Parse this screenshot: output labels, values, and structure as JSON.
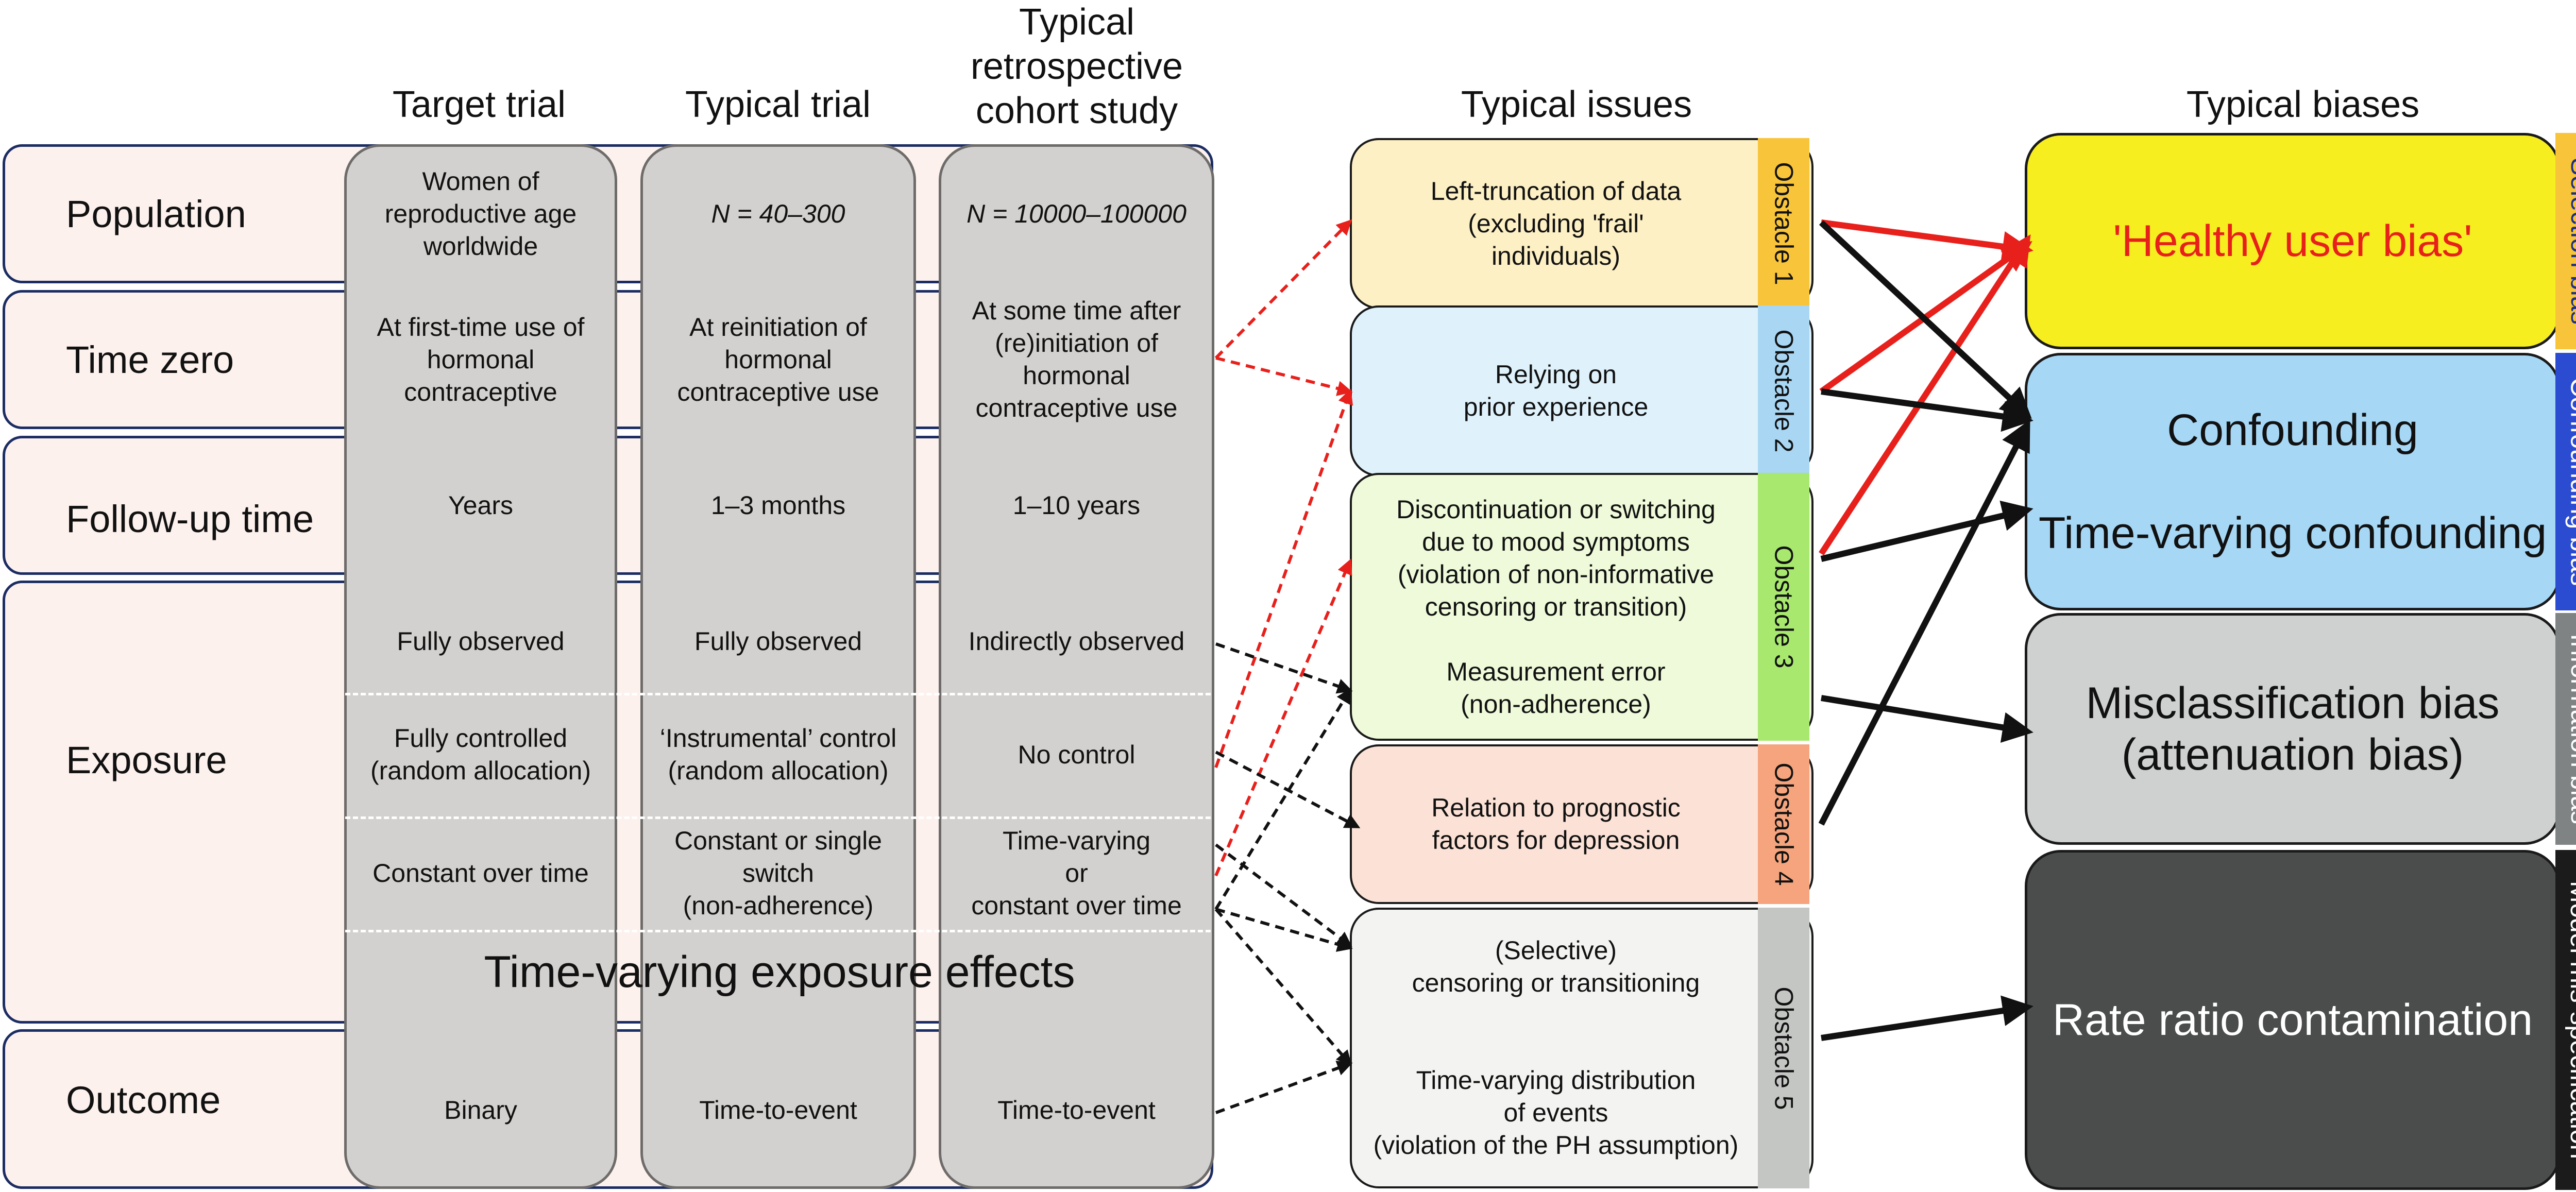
{
  "columns": {
    "target": "Target trial",
    "typical": "Typical trial",
    "retro": "Typical\nretrospective\ncohort study",
    "issues": "Typical issues",
    "biases": "Typical biases"
  },
  "rows": {
    "population": {
      "label": "Population",
      "target": "Women of\nreproductive age\nworldwide",
      "typical": "N = 40–300",
      "retro": "N = 10000–100000"
    },
    "time_zero": {
      "label": "Time zero",
      "target": "At first-time use of\nhormonal\ncontraceptive",
      "typical": "At reinitiation of\nhormonal\ncontraceptive use",
      "retro": "At some time after\n(re)initiation of\nhormonal\ncontraceptive use"
    },
    "follow_up": {
      "label": "Follow-up time",
      "target": "Years",
      "typical": "1–3 months",
      "retro": "1–10 years"
    },
    "exposure": {
      "label": "Exposure",
      "sub1": {
        "target": "Fully observed",
        "typical": "Fully observed",
        "retro": "Indirectly observed"
      },
      "sub2": {
        "target": "Fully controlled\n(random allocation)",
        "typical": "‘Instrumental’ control\n(random allocation)",
        "retro": "No control"
      },
      "sub3": {
        "target": "Constant over time",
        "typical": "Constant or single\nswitch\n(non-adherence)",
        "retro": "Time-varying\nor\nconstant over time"
      },
      "span": "Time-varying exposure effects"
    },
    "outcome": {
      "label": "Outcome",
      "target": "Binary",
      "typical": "Time-to-event",
      "retro": "Time-to-event"
    }
  },
  "issues": [
    {
      "text": "Left-truncation of data\n(excluding 'frail'\nindividuals)",
      "obstacle": "Obstacle 1",
      "bg": "#fdf0c4",
      "tab": "#f8c43a"
    },
    {
      "text": "Relying on\nprior experience",
      "obstacle": "Obstacle 2",
      "bg": "#dff2fc",
      "tab": "#a8d6f3"
    },
    {
      "text": "Discontinuation or switching\ndue to mood symptoms\n(violation of non-informative\ncensoring or transition)\n\nMeasurement error\n(non-adherence)",
      "obstacle": "Obstacle 3",
      "bg": "#eefad9",
      "tab": "#a8e86e"
    },
    {
      "text": "Relation to prognostic\nfactors for depression",
      "obstacle": "Obstacle 4",
      "bg": "#fce2d6",
      "tab": "#f5a47d"
    },
    {
      "text": "(Selective)\ncensoring or transitioning\n\n\nTime-varying distribution\nof events\n(violation of the PH assumption)",
      "obstacle": "Obstacle 5",
      "bg": "#f3f3f2",
      "tab": "#c4c6c4"
    }
  ],
  "biases": [
    {
      "lines": [
        "'Healthy user bias'"
      ],
      "category": "Selection bias",
      "bg": "#f7ee20",
      "tab": "#f8c43a",
      "text_color": "#e8201c",
      "tab_text": "#1a2f8a"
    },
    {
      "lines": [
        "Confounding",
        "Time-varying confounding"
      ],
      "category": "Confounding bias",
      "bg": "#a6d7f5",
      "tab": "#2b4bd1",
      "text_color": "#111111",
      "tab_text": "#ffffff"
    },
    {
      "lines": [
        "Misclassification bias",
        "(attenuation bias)"
      ],
      "category": "Information bias",
      "bg": "#cfd1d1",
      "tab": "#7f8384",
      "text_color": "#111111",
      "tab_text": "#ffffff"
    },
    {
      "lines": [
        "Rate ratio contamination"
      ],
      "category": "Model mis-specification",
      "bg": "#4a4d4c",
      "tab": "#1b1b1b",
      "text_color": "#ffffff",
      "tab_text": "#ffffff"
    }
  ],
  "colors": {
    "band_border": "#1c2d63",
    "band_fill": "#fdf1ed",
    "pill_fill": "#d3d1cf",
    "red_arrow": "#e8201c",
    "black_arrow": "#111111"
  }
}
